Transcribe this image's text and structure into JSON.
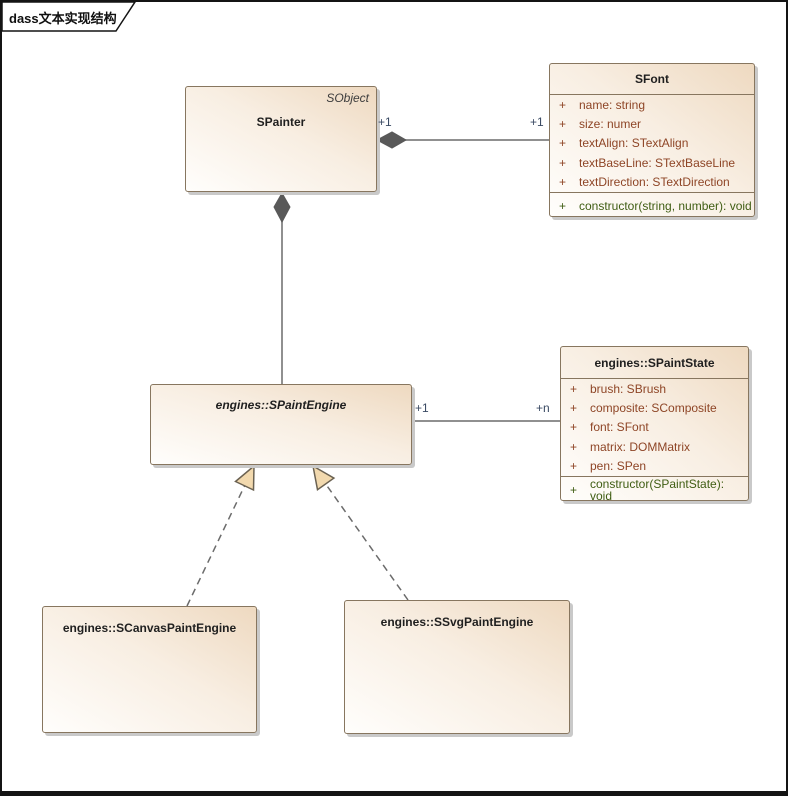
{
  "frame": {
    "tab_label": "dass文本实现结构"
  },
  "colors": {
    "box_border": "#87765f",
    "box_fill_start": "#fffefc",
    "box_fill_end": "#eed9c0",
    "shadow": "#c9c9c9",
    "line": "#6b6b6b",
    "diamond_fill": "#595959",
    "arrow_fill": "#f2d9ae",
    "attribute_text": "#8e4526",
    "operation_text": "#3f5d13",
    "multiplicity_text": "#3a4a63",
    "title_text": "#1f1f1f"
  },
  "classes": {
    "spainter": {
      "name": "SPainter",
      "parent": "SObject"
    },
    "sfont": {
      "name": "SFont",
      "attributes": [
        {
          "vis": "+",
          "text": "name: string"
        },
        {
          "vis": "+",
          "text": "size: numer"
        },
        {
          "vis": "+",
          "text": "textAlign: STextAlign"
        },
        {
          "vis": "+",
          "text": "textBaseLine: STextBaseLine"
        },
        {
          "vis": "+",
          "text": "textDirection: STextDirection"
        }
      ],
      "operations": [
        {
          "vis": "+",
          "text": "constructor(string, number): void"
        }
      ]
    },
    "spaintengine": {
      "name": "engines::SPaintEngine"
    },
    "spaintstate": {
      "name": "engines::SPaintState",
      "attributes": [
        {
          "vis": "+",
          "text": "brush: SBrush"
        },
        {
          "vis": "+",
          "text": "composite: SComposite"
        },
        {
          "vis": "+",
          "text": "font: SFont"
        },
        {
          "vis": "+",
          "text": "matrix: DOMMatrix"
        },
        {
          "vis": "+",
          "text": "pen: SPen"
        }
      ],
      "operations": [
        {
          "vis": "+",
          "text": "constructor(SPaintState): void"
        }
      ]
    },
    "scanvaspaintengine": {
      "name": "engines::SCanvasPaintEngine"
    },
    "ssvgpaintengine": {
      "name": "engines::SSvgPaintEngine"
    }
  },
  "connectors": {
    "spainter_sfont": {
      "type": "composition",
      "source_label": "+1",
      "target_label": "+1"
    },
    "spainter_spaintengine": {
      "type": "composition"
    },
    "spaintengine_spaintstate": {
      "type": "association",
      "source_label": "+1",
      "target_label": "+n"
    },
    "scanvas_realization": {
      "type": "realization"
    },
    "ssvg_realization": {
      "type": "realization"
    }
  }
}
